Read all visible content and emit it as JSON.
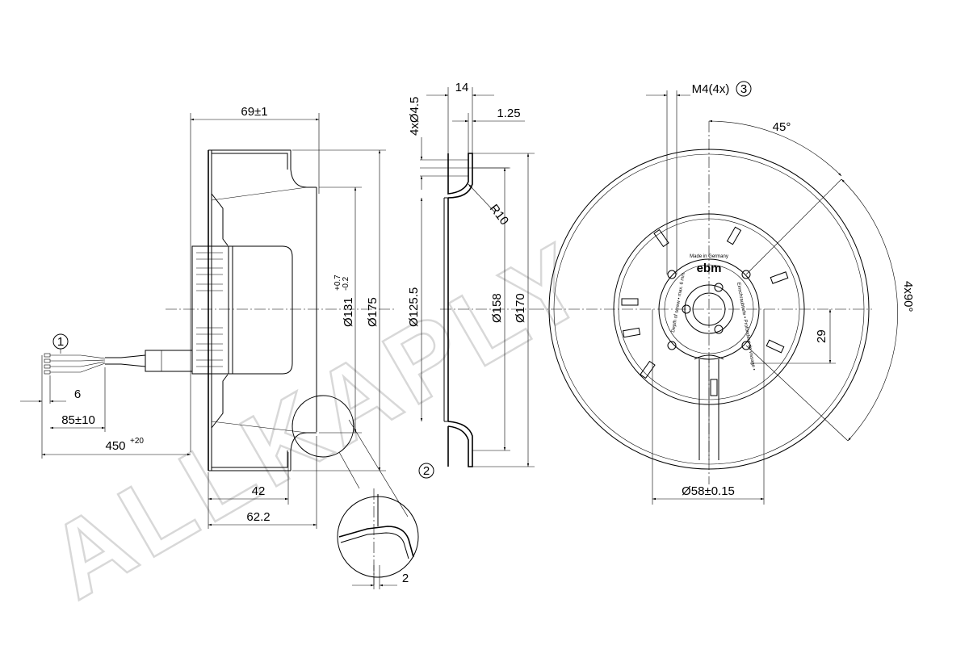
{
  "watermark": "ALLKAPLY",
  "logo": {
    "brand": "ebm",
    "made_in": "Made in Germany"
  },
  "hub_text": {
    "depth": "Depth of screw • max. 6 mm",
    "depth_de": "Einschraubtiefe • Profondeur de vissage •"
  },
  "side_view": {
    "width_label": "69±1",
    "d_inner_label": "Ø131",
    "d_inner_tol_upper": "+0.7",
    "d_inner_tol_lower": "-0.2",
    "d_outer_label": "Ø175",
    "depth_42": "42",
    "depth_62": "62.2",
    "lead_6": "6",
    "lead_85": "85±10",
    "lead_450": "450",
    "lead_450_tol": "+20",
    "callout_1": "1",
    "callout_2": "2"
  },
  "section_view": {
    "thickness_14": "14",
    "lip_125": "1.25",
    "holes_label": "4xØ4.5",
    "radius_label": "R10",
    "d_125_5": "Ø125.5",
    "d_158": "Ø158",
    "d_170": "Ø170",
    "detail_2": "2"
  },
  "front_view": {
    "thread_label": "M4(4x)",
    "callout_3": "3",
    "angle_45": "45°",
    "angle_90": "4x90°",
    "offset_29": "29",
    "d_58": "Ø58±0.15"
  },
  "colors": {
    "line": "#000000",
    "watermark": "#d8d8d8",
    "background": "#ffffff"
  }
}
